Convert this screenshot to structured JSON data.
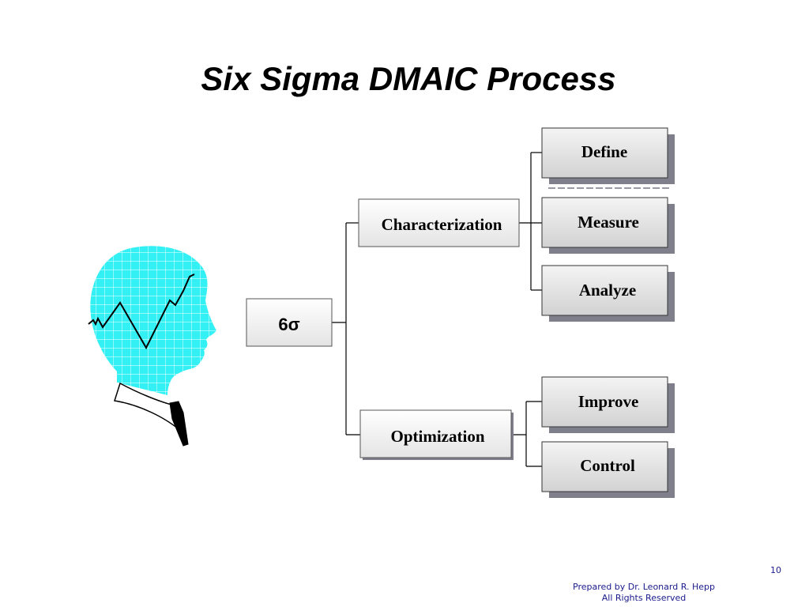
{
  "slide": {
    "title": "Six Sigma DMAIC Process",
    "page_number": "10",
    "footer": {
      "line1": "Prepared by Dr. Leonard R. Hepp",
      "line2": "All Rights Reserved"
    }
  },
  "diagram": {
    "root": "6σ",
    "phases": [
      {
        "label": "Characterization",
        "steps": [
          "Define",
          "Measure",
          "Analyze"
        ]
      },
      {
        "label": "Optimization",
        "steps": [
          "Improve",
          "Control"
        ]
      }
    ]
  },
  "illustration": {
    "icon": "head-profile-with-chart-icon",
    "fill_color": "#33f0f5"
  },
  "colors": {
    "box_fill_light": "#ffffff",
    "box_fill_dark": "#d9d9d9",
    "shadow": "#7f7f8c",
    "footer_text": "#1a1a8c"
  }
}
